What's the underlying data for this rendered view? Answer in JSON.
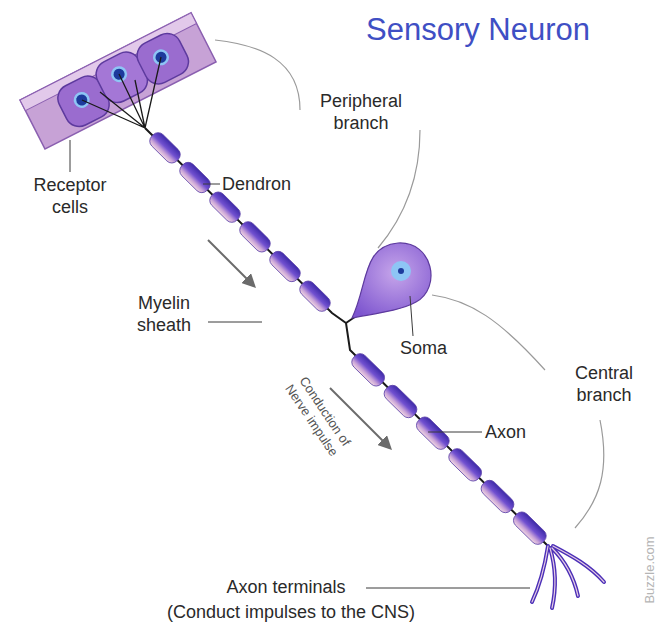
{
  "diagram": {
    "title": "Sensory Neuron",
    "labels": [
      "Receptor cells",
      "Dendron",
      "Peripheral branch",
      "Myelin sheath",
      "Soma",
      "Conduction of Nerve impulse",
      "Central branch",
      "Axon",
      "Axon terminals",
      "(Conduct impulses to the CNS)",
      "Buzzle.com"
    ]
  }
}
